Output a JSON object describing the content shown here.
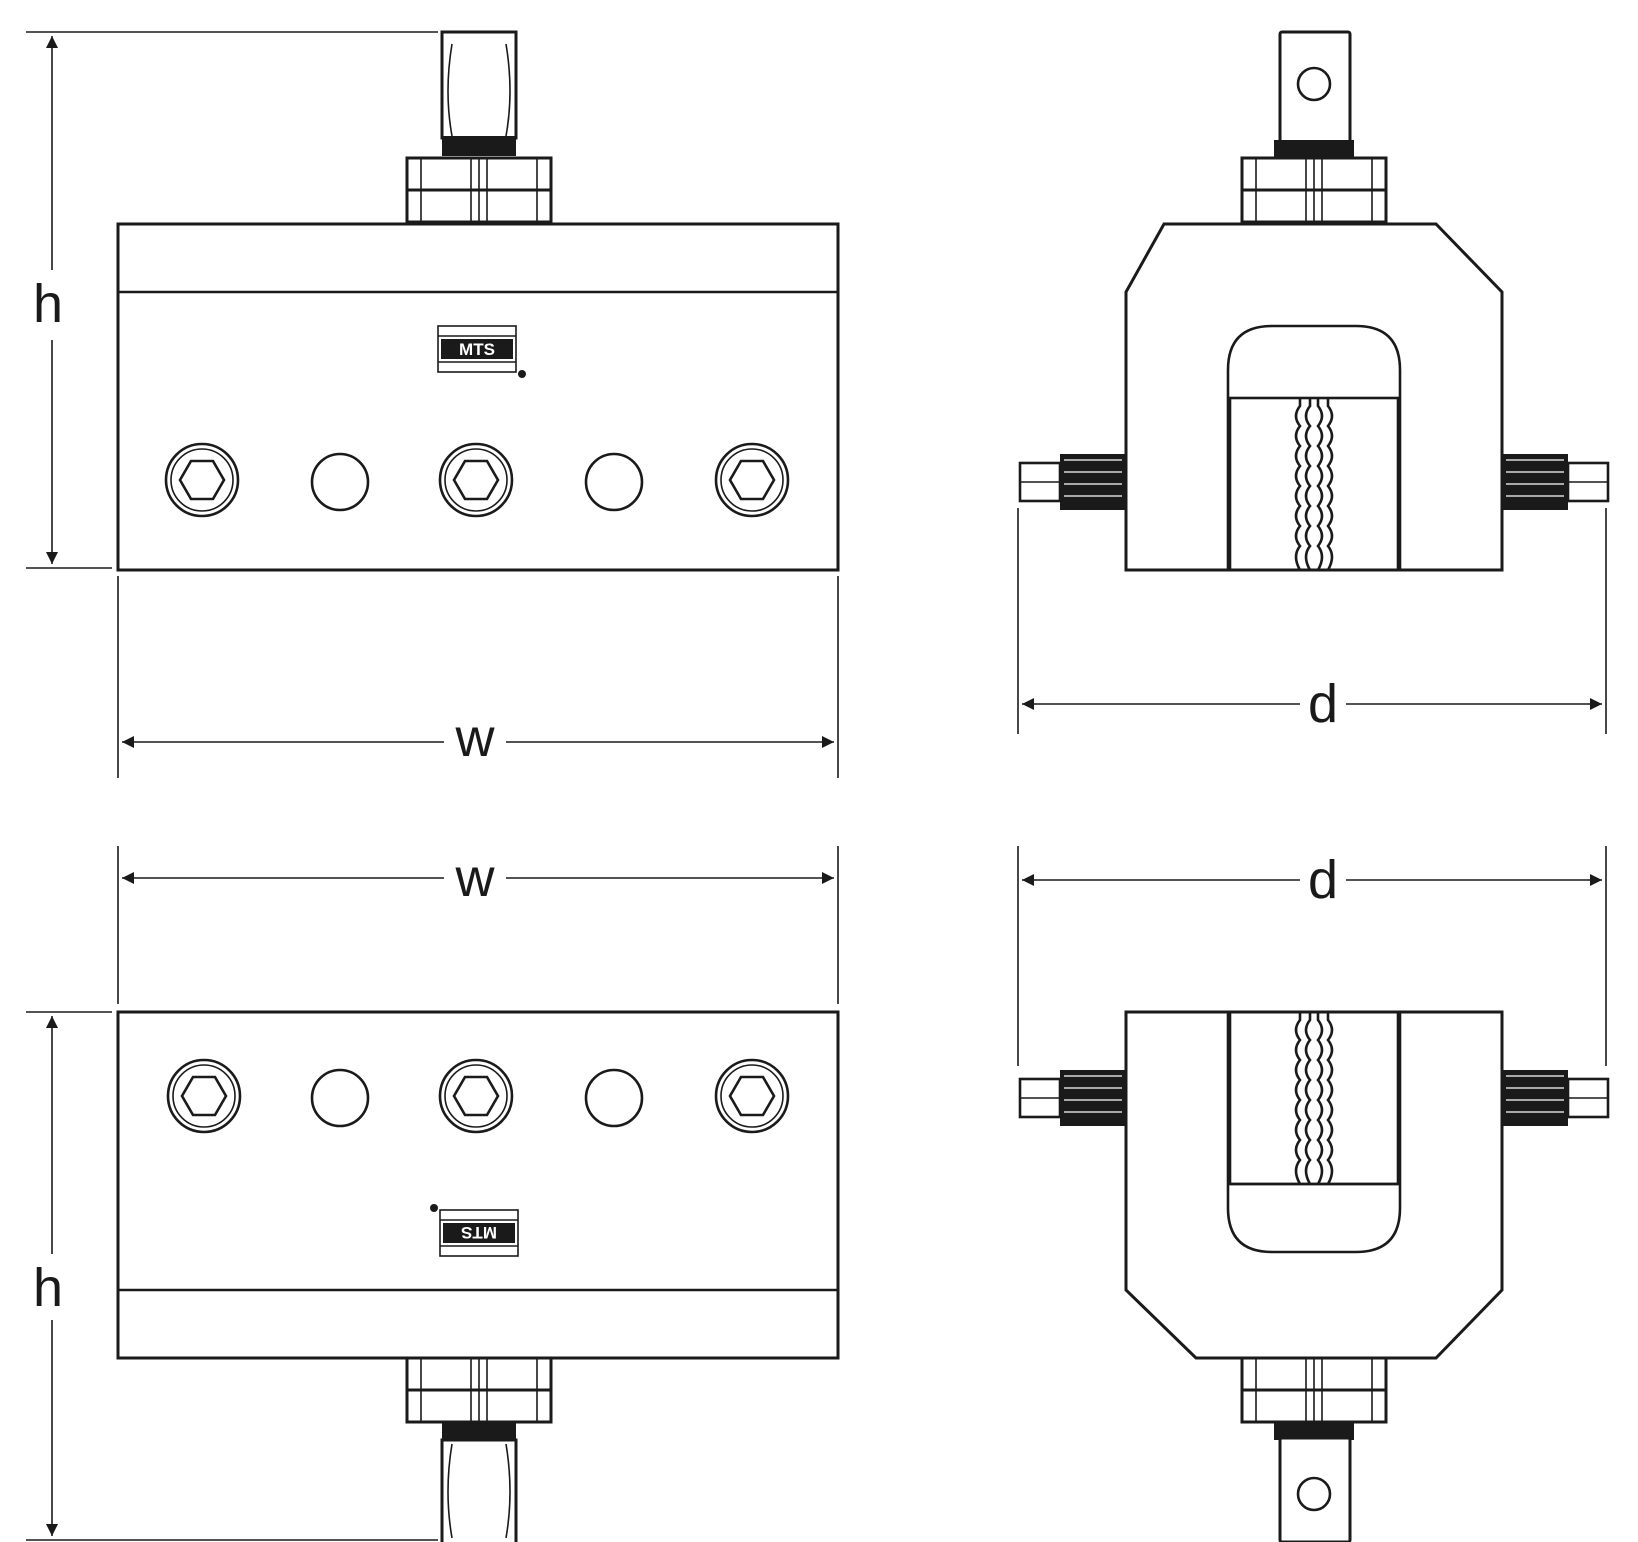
{
  "labels": {
    "height": "h",
    "width": "w",
    "depth": "d",
    "logo": "MTS"
  },
  "colors": {
    "line": "#1a1a1a",
    "background": "#ffffff"
  },
  "icons": {
    "socket_bolt": "hex-socket-icon",
    "plain_hole": "circle-hole-icon",
    "clevis_hole": "circle-hole-icon"
  }
}
